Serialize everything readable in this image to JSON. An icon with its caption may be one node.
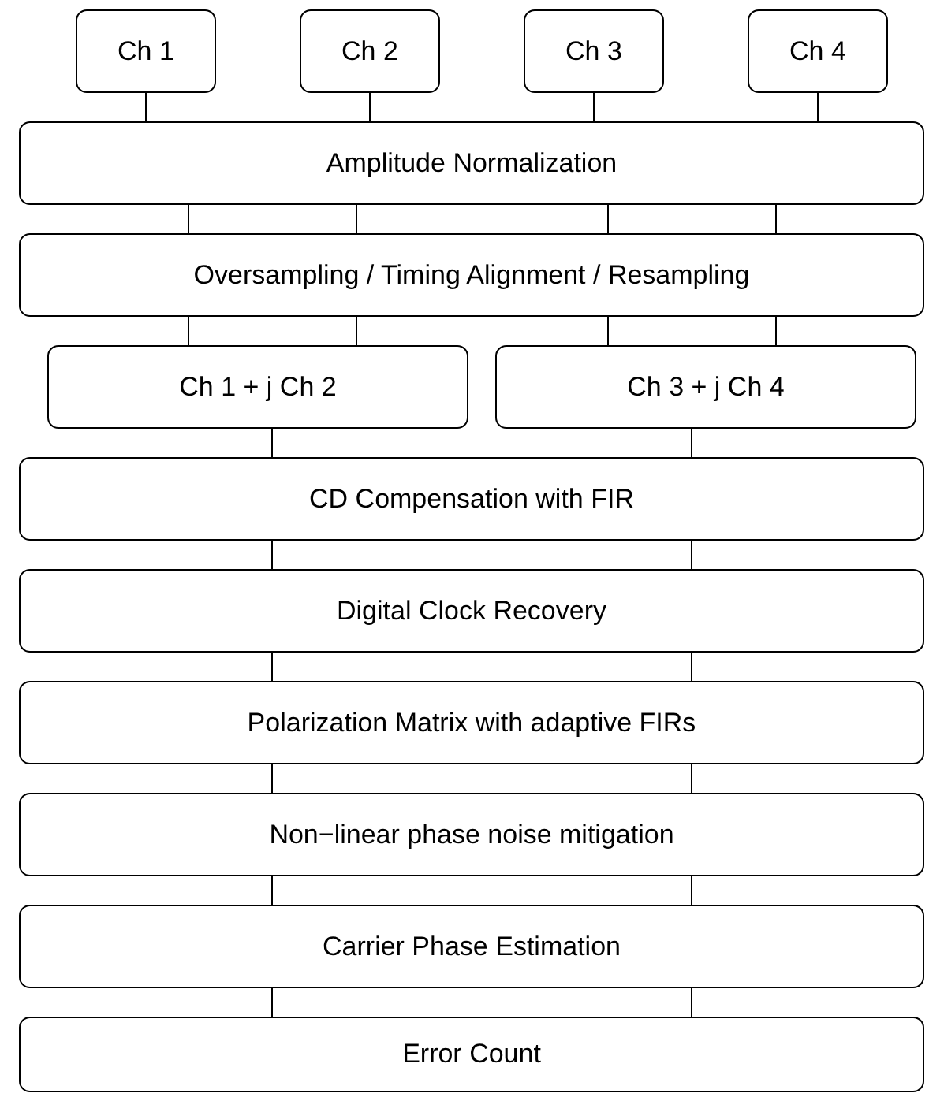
{
  "diagram": {
    "nodes": [
      {
        "text": [
          "Ch 1"
        ]
      },
      {
        "text": [
          "Ch 2"
        ]
      },
      {
        "text": [
          "Ch 3"
        ]
      },
      {
        "text": [
          "Ch 4"
        ]
      },
      {
        "text": [
          "Amplitude Normalization"
        ]
      },
      {
        "text": [
          "Oversampling / Timing Alignment / Resampling"
        ]
      },
      {
        "text": [
          "Ch 1 + j Ch 2"
        ]
      },
      {
        "text": [
          "Ch 3 + j Ch 4"
        ]
      },
      {
        "text": [
          "CD Compensation with FIR"
        ]
      },
      {
        "text": [
          "Digital Clock Recovery"
        ]
      },
      {
        "text": [
          "Polarization Matrix with adaptive FIRs"
        ]
      },
      {
        "text": [
          "Non−linear phase noise mitigation"
        ]
      },
      {
        "text": [
          "Carrier Phase Estimation"
        ]
      },
      {
        "text": [
          "Error Count"
        ]
      }
    ],
    "edges": [
      {
        "from": 0,
        "to": 4,
        "arrow": "none"
      },
      {
        "from": 1,
        "to": 4,
        "arrow": "none"
      },
      {
        "from": 2,
        "to": 4,
        "arrow": "none"
      },
      {
        "from": 3,
        "to": 4,
        "arrow": "none"
      },
      {
        "from": 4,
        "to": 5,
        "arrow": "none"
      },
      {
        "from": 4,
        "to": 5,
        "arrow": "none"
      },
      {
        "from": 4,
        "to": 5,
        "arrow": "none"
      },
      {
        "from": 4,
        "to": 5,
        "arrow": "none"
      },
      {
        "from": 5,
        "to": 6,
        "arrow": "none"
      },
      {
        "from": 5,
        "to": 6,
        "arrow": "none"
      },
      {
        "from": 5,
        "to": 7,
        "arrow": "none"
      },
      {
        "from": 5,
        "to": 7,
        "arrow": "none"
      },
      {
        "from": 6,
        "to": 8,
        "arrow": "none"
      },
      {
        "from": 7,
        "to": 8,
        "arrow": "none"
      },
      {
        "from": 8,
        "to": 9,
        "arrow": "none"
      },
      {
        "from": 8,
        "to": 9,
        "arrow": "none"
      },
      {
        "from": 9,
        "to": 10,
        "arrow": "none"
      },
      {
        "from": 9,
        "to": 10,
        "arrow": "none"
      },
      {
        "from": 10,
        "to": 11,
        "arrow": "none"
      },
      {
        "from": 10,
        "to": 11,
        "arrow": "none"
      },
      {
        "from": 11,
        "to": 12,
        "arrow": "none"
      },
      {
        "from": 11,
        "to": 12,
        "arrow": "none"
      },
      {
        "from": 12,
        "to": 13,
        "arrow": "none"
      },
      {
        "from": 12,
        "to": 13,
        "arrow": "none"
      }
    ]
  }
}
